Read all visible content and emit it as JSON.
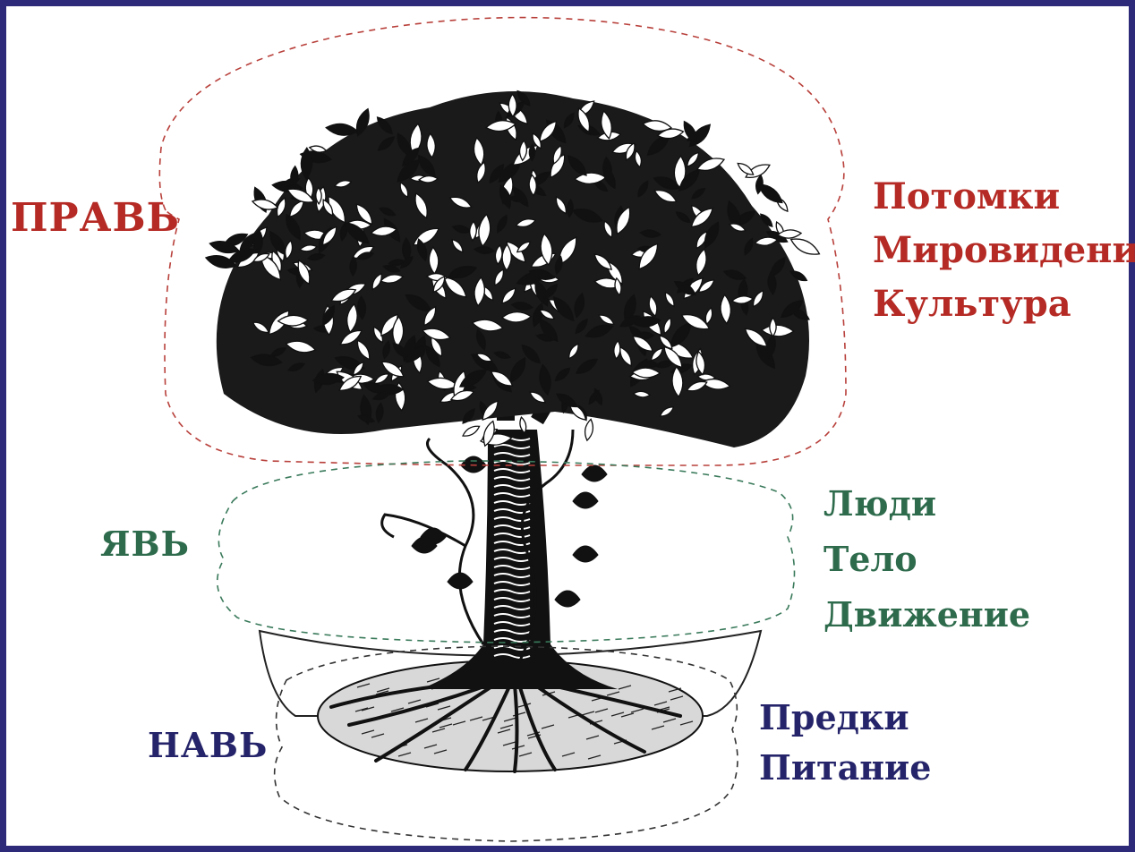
{
  "realms": {
    "prav": {
      "title": "ПРАВЬ",
      "items": [
        "Потомки",
        "Мировидение",
        "Культура"
      ],
      "color": "#b52a24"
    },
    "yav": {
      "title": "ЯВЬ",
      "items": [
        "Люди",
        "Тело",
        "Движение"
      ],
      "color": "#2e6b4c"
    },
    "nav": {
      "title": "НАВЬ",
      "items": [
        "Предки",
        "Питание"
      ],
      "color": "#25246a"
    }
  },
  "border_color": "#2d2a7a"
}
